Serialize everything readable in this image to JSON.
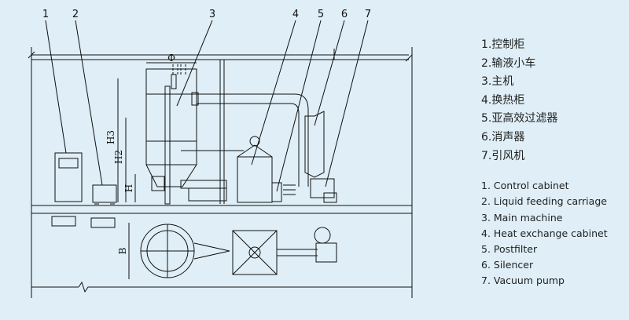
{
  "diagram": {
    "callout_numbers": [
      "1",
      "2",
      "3",
      "4",
      "5",
      "6",
      "7"
    ],
    "dimension_labels": {
      "phi": "Φ",
      "h3": "H3",
      "h2": "H2",
      "h": "H",
      "b": "B"
    }
  },
  "legend": {
    "chinese": [
      "1.控制柜",
      "2.输液小车",
      "3.主机",
      "4.换热柜",
      "5.亚高效过滤器",
      "6.消声器",
      "7.引风机"
    ],
    "english": [
      "1. Control cabinet",
      "2. Liquid feeding carriage",
      "3. Main machine",
      "4. Heat exchange cabinet",
      "5. Postfilter",
      "6. Silencer",
      "7. Vacuum pump"
    ]
  },
  "colors": {
    "background": "#dfeef7",
    "line": "#111111"
  }
}
